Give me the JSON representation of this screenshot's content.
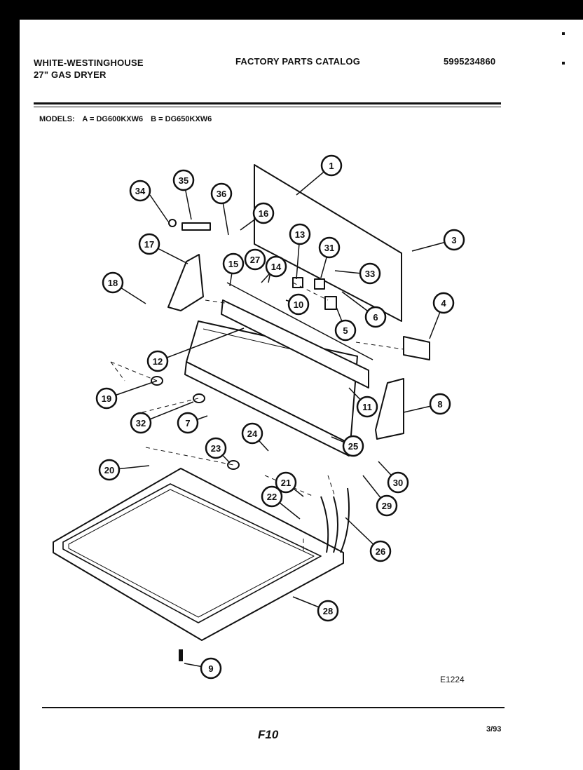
{
  "header": {
    "brand": "WHITE-WESTINGHOUSE",
    "product": "27\" GAS DRYER",
    "catalog_title": "FACTORY PARTS CATALOG",
    "part_number": "5995234860"
  },
  "models": {
    "label": "MODELS:",
    "a": "A = DG600KXW6",
    "b": "B = DG650KXW6"
  },
  "callouts": [
    "1",
    "3",
    "4",
    "5",
    "6",
    "7",
    "8",
    "9",
    "10",
    "11",
    "12",
    "13",
    "14",
    "15",
    "16",
    "17",
    "18",
    "19",
    "20",
    "21",
    "22",
    "23",
    "24",
    "25",
    "26",
    "27",
    "28",
    "29",
    "30",
    "31",
    "32",
    "33",
    "34",
    "35",
    "36"
  ],
  "footer": {
    "diagram_code": "E1224",
    "page_id": "F10",
    "date": "3/93"
  }
}
